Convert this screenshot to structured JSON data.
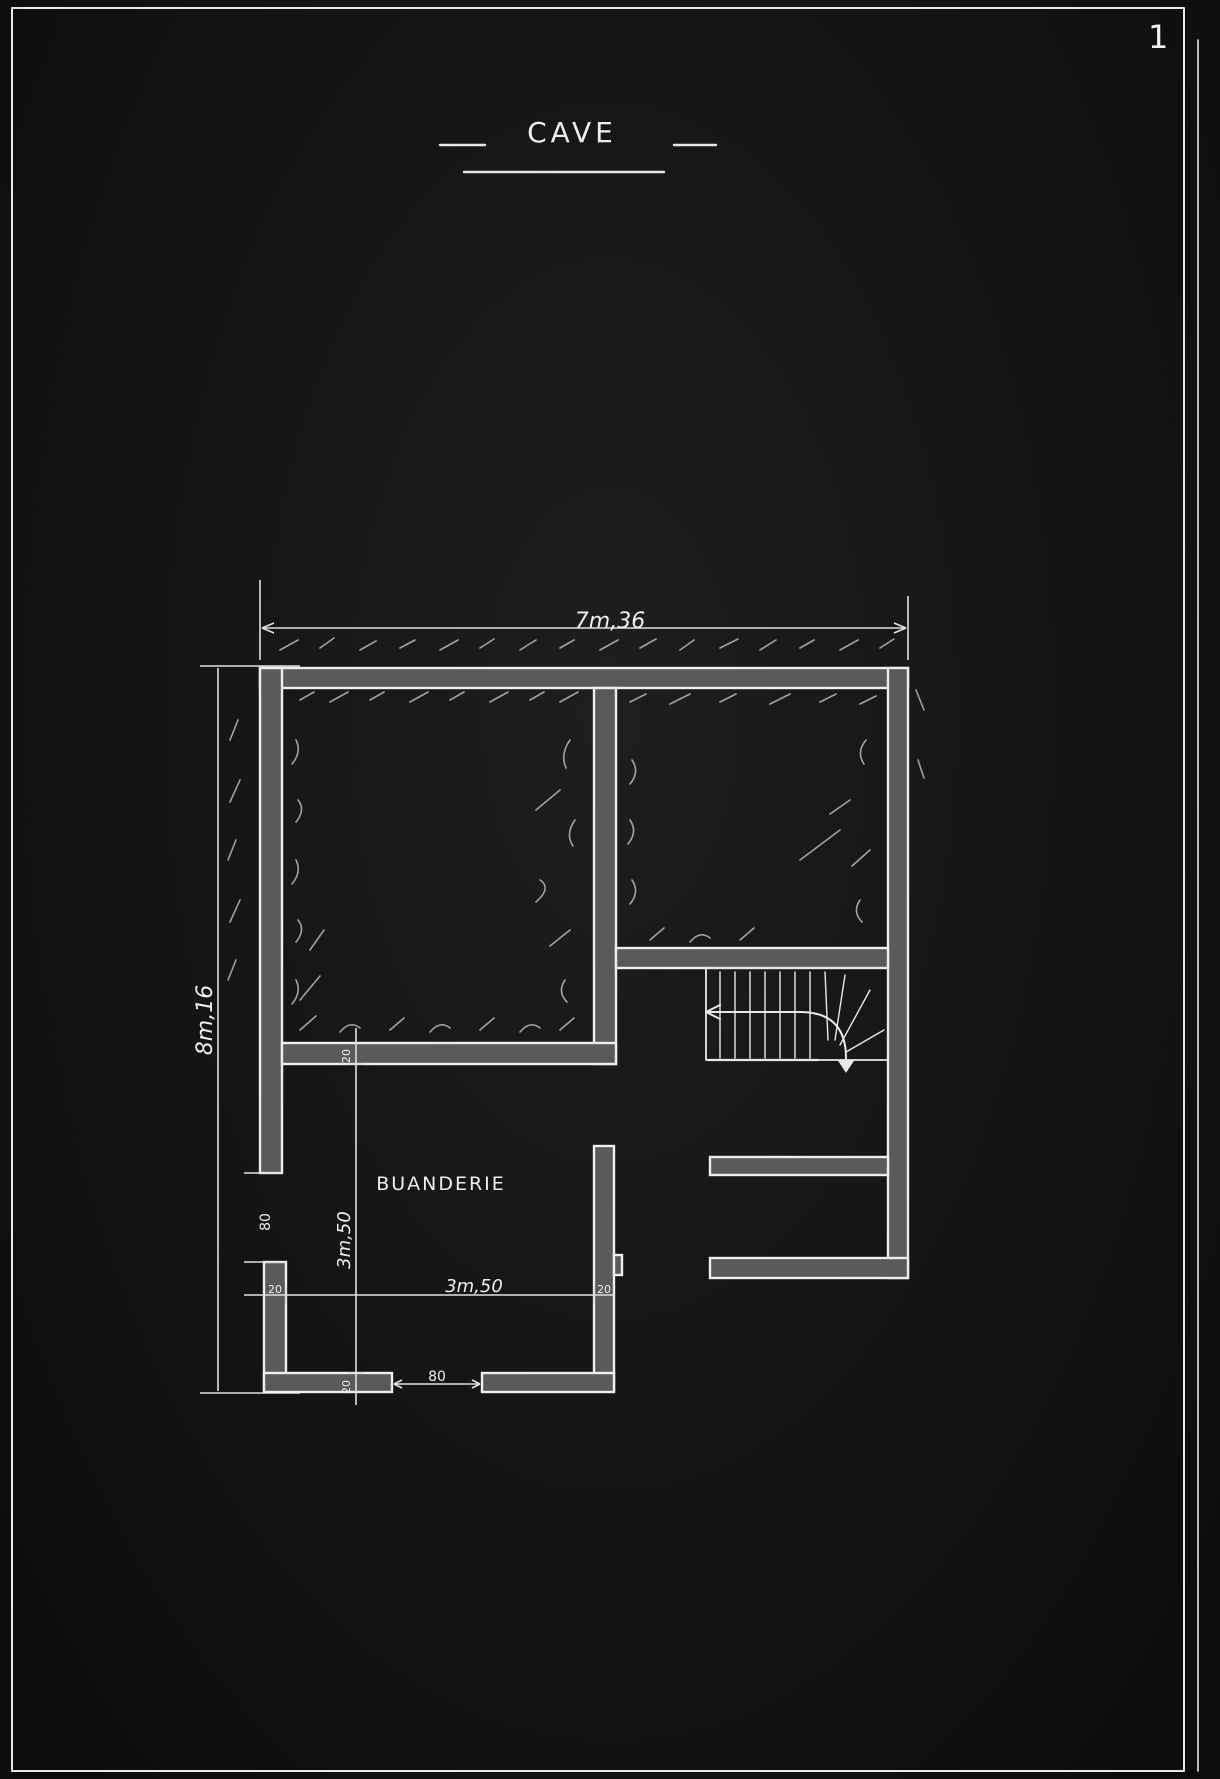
{
  "sheet": {
    "number": "1",
    "title": "CAVE"
  },
  "rooms": {
    "laundry": "BUANDERIE"
  },
  "dimensions": {
    "overall_width": "7m,36",
    "overall_height": "8m,16",
    "laundry_width": "3m,50",
    "laundry_depth": "3m,50",
    "wall_thickness": "20",
    "door_width": "80"
  },
  "colors": {
    "background": "#141414",
    "chalk": "#e8e8e8",
    "wall_fill": "#5a5a5a"
  }
}
